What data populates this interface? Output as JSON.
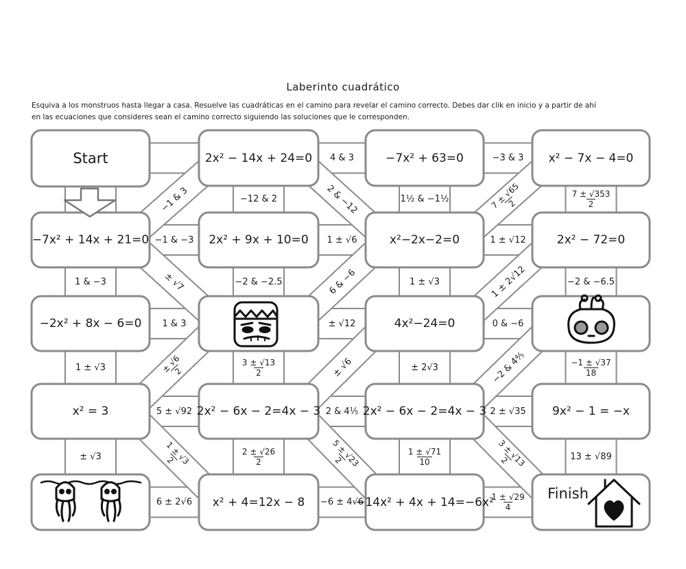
{
  "title": "Laberinto cuadrático",
  "instructions": [
    "Esquiva a los monstruos hasta llegar a casa. Resuelve las cuadráticas en el camino para revelar el camino correcto.  Debes dar clik en inicio y a partir de ahí",
    "en las ecuaciones que consideres sean el camino correcto siguiendo las soluciones que le corresponden."
  ],
  "boxes": {
    "start": "Start",
    "eq_r1_c2": "2x² − 14x + 24=0",
    "eq_r1_c3": "−7x² + 63=0",
    "eq_r1_c4": "x² − 7x − 4=0",
    "eq_r2_c1": "−7x² + 14x + 21=0",
    "eq_r2_c2": "2x² + 9x + 10=0",
    "eq_r2_c3": "x²−2x−2=0",
    "eq_r2_c4": "2x² − 72=0",
    "eq_r3_c1": "−2x² + 8x − 6=0",
    "eq_r3_c3": "4x²−24=0",
    "eq_r4_c1": "x² = 3",
    "eq_r4_c2": "2x² − 6x − 2=4x − 3",
    "eq_r4_c3": "2x² − 6x − 2=4x − 3",
    "eq_r4_c4": "9x² − 1 = −x",
    "eq_r5_c2": "x² + 4=12x − 8",
    "eq_r5_c3": "−14x² + 4x + 14=−6x²",
    "finish": "Finish"
  },
  "answers": {
    "h_r1_a": "4 & 3",
    "h_r1_b": "−3 & 3",
    "d_r1_1": "−1 & 3",
    "v_r1_2": "−12 & 2",
    "d_r1_2": "2 & −12",
    "v_r1_3": "1½ & −1½",
    "d_r1_3": {
      "num": "7 ± √65",
      "den": "2"
    },
    "v_r1_4": {
      "num": "7 ± √353",
      "den": "2"
    },
    "h_r2_a": "−1 & −3",
    "h_r2_b": "1 ± √6",
    "h_r2_c": "1 ± √12",
    "v_r2_1": "1 & −3",
    "d_r2_1": "± √7",
    "v_r2_2": "−2 & −2.5",
    "d_r2_2": "6 & −6",
    "v_r2_3": "1 ± √3",
    "d_r2_3": "1 ± 2√12",
    "v_r2_4": "−2 & −6.5",
    "h_r3_a": "1 & 3",
    "h_r3_b": "± √12",
    "h_r3_c": "0 & −6",
    "v_r3_1": "1 ± √3",
    "d_r3_1": {
      "num": "± √6",
      "den": "2"
    },
    "v_r3_2": {
      "num": "3 ± √13",
      "den": "2"
    },
    "d_r3_2": "± √6",
    "v_r3_3": "± 2√3",
    "d_r3_3": "−2 & 4⅘",
    "v_r3_4": {
      "num": "−1 ± √37",
      "den": "18"
    },
    "h_r4_a": "5 ± √92",
    "h_r4_b": "2 & 4⅕",
    "h_r4_c": "2 ± √35",
    "v_r4_1": "± √3",
    "d_r4_1": {
      "num": "1 ± √3",
      "den": "2"
    },
    "v_r4_2": {
      "num": "2 ± √26",
      "den": "2"
    },
    "d_r4_2": {
      "num": "5 ± √23",
      "den": "2"
    },
    "v_r4_3": {
      "num": "1 ± √71",
      "den": "10"
    },
    "d_r4_3": {
      "num": "3 ± √13",
      "den": "2"
    },
    "v_r4_4": "13 ± √89",
    "h_r5_a": "6 ± 2√6",
    "h_r5_b": "−6 ± 4√6",
    "h_r5_c": {
      "num": "1 ± √29",
      "den": "4"
    }
  },
  "icons": {
    "monster_square": "frankenstein-monster-icon",
    "monster_blob": "blob-monster-icon",
    "monster_squid": "squid-monsters-icon",
    "house": "house-with-heart-icon",
    "arrow": "arrow-down-icon"
  }
}
